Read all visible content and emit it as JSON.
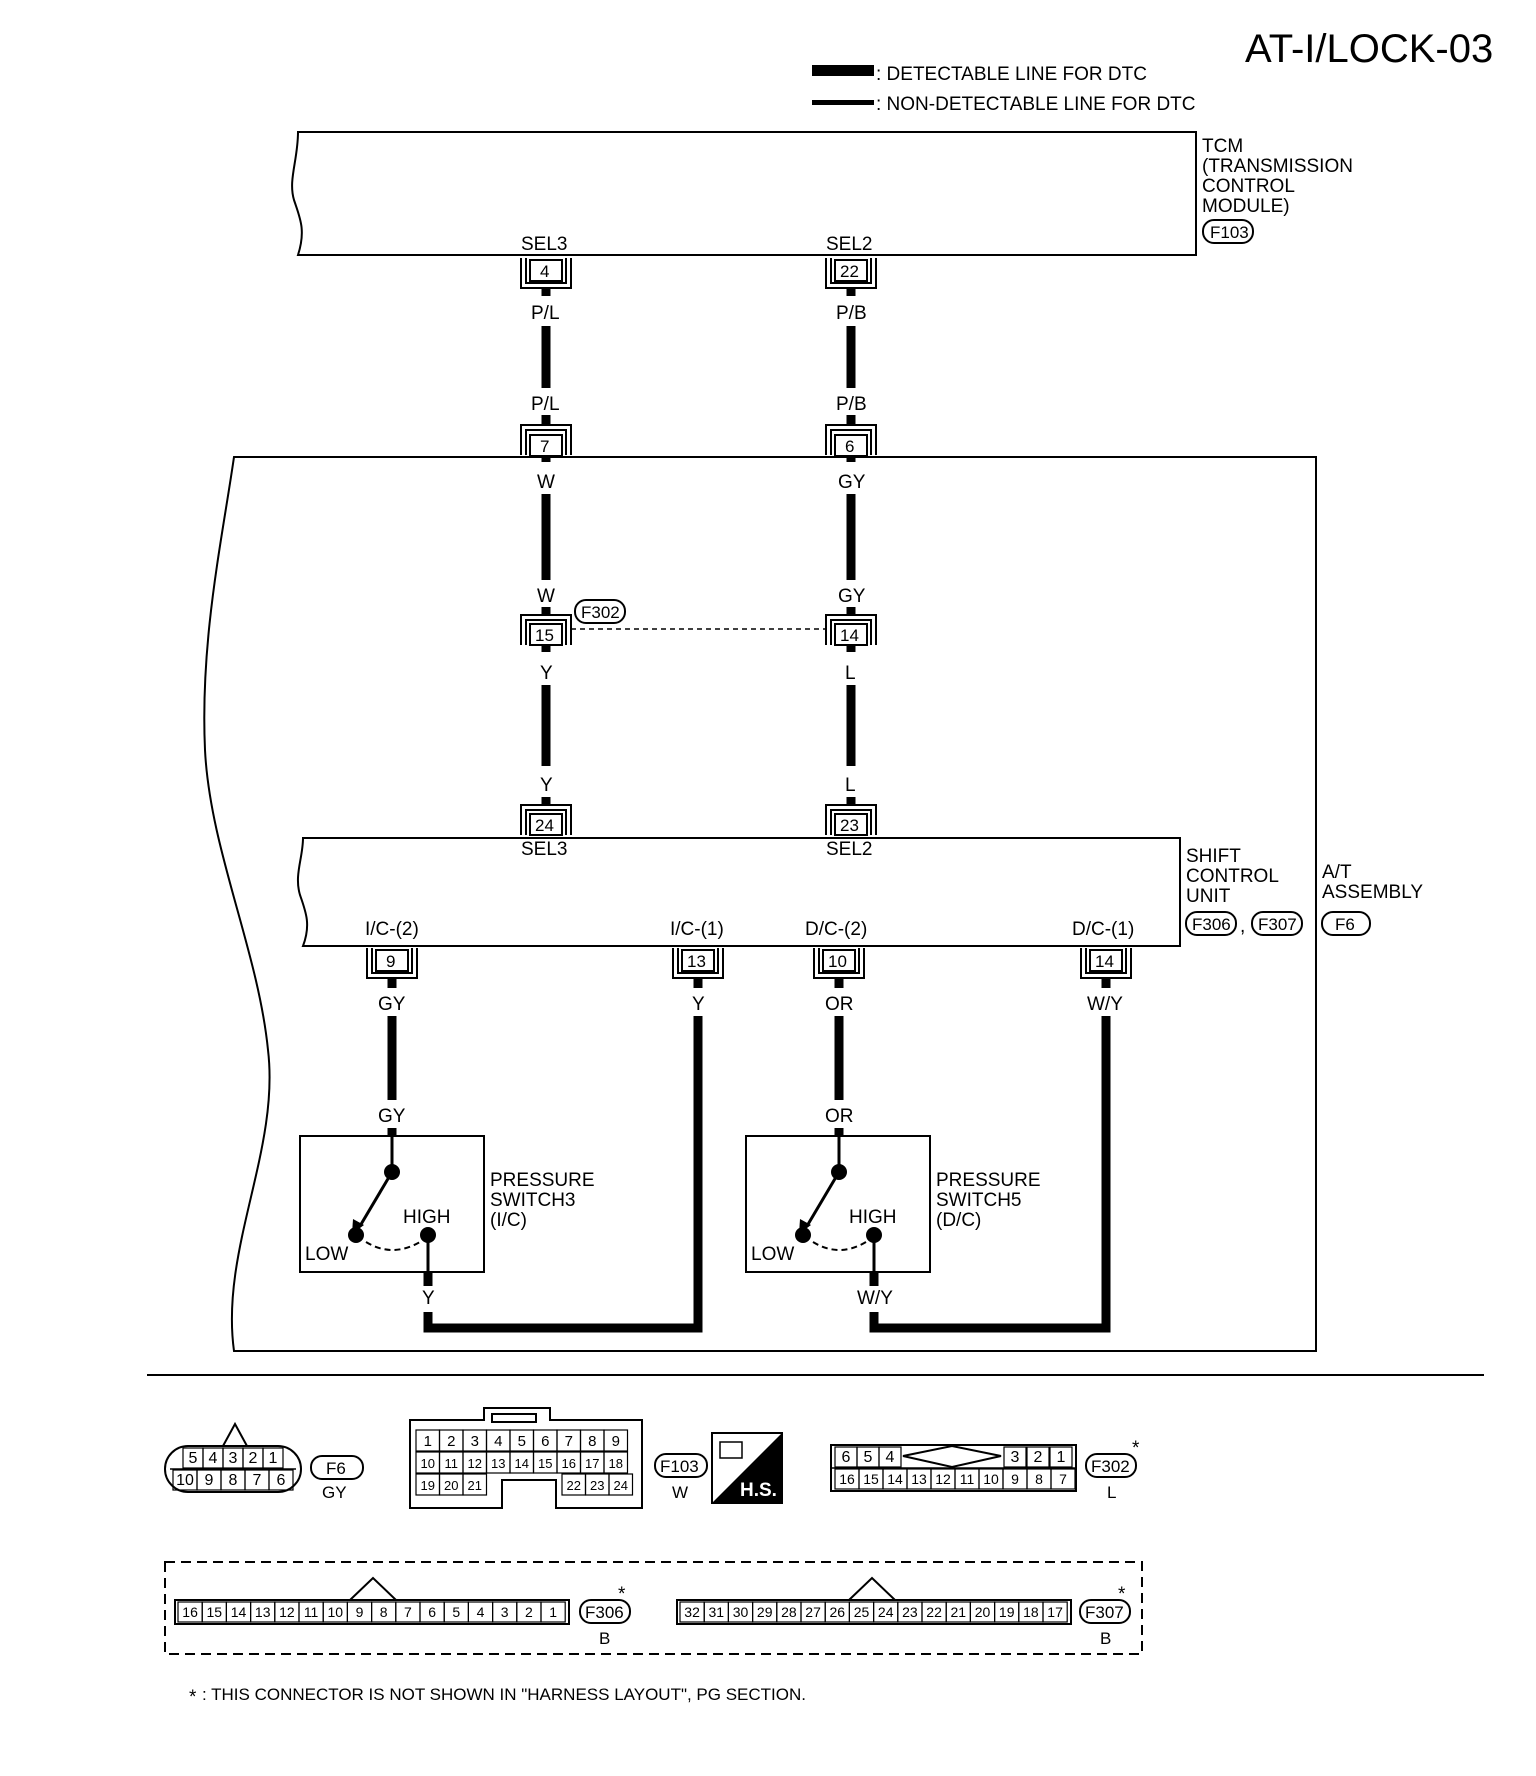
{
  "page_code": "AT-I/LOCK-03",
  "legend": {
    "detectable": ": DETECTABLE LINE FOR DTC",
    "non_detectable": ": NON-DETECTABLE LINE FOR DTC"
  },
  "tcm": {
    "label_lines": [
      "TCM",
      "(TRANSMISSION",
      " CONTROL",
      " MODULE)"
    ],
    "connector": "F103",
    "terminals": [
      {
        "name": "SEL3",
        "pin": "4",
        "wire": "P/L"
      },
      {
        "name": "SEL2",
        "pin": "22",
        "wire": "P/B"
      }
    ]
  },
  "harness_connector_f6": {
    "pins": [
      "7",
      "6"
    ],
    "wire_above": [
      "P/L",
      "P/B"
    ],
    "wire_below": [
      "W",
      "GY"
    ]
  },
  "connector_f302": {
    "id": "F302",
    "pins": [
      "15",
      "14"
    ],
    "wire_above": [
      "W",
      "GY"
    ],
    "wire_below": [
      "Y",
      "L"
    ]
  },
  "shift_control_unit": {
    "label_lines": [
      "SHIFT",
      "CONTROL",
      "UNIT"
    ],
    "connectors": [
      "F306",
      "F307"
    ],
    "separator": ",",
    "inputs": [
      {
        "name": "SEL3",
        "pin": "24",
        "wire": "Y"
      },
      {
        "name": "SEL2",
        "pin": "23",
        "wire": "L"
      }
    ],
    "outputs": [
      {
        "name": "I/C-(2)",
        "pin": "9",
        "wire": "GY"
      },
      {
        "name": "I/C-(1)",
        "pin": "13",
        "wire": "Y"
      },
      {
        "name": "D/C-(2)",
        "pin": "10",
        "wire": "OR"
      },
      {
        "name": "D/C-(1)",
        "pin": "14",
        "wire": "W/Y"
      }
    ]
  },
  "at_assembly": {
    "label_lines": [
      "A/T",
      "ASSEMBLY"
    ],
    "connector": "F6"
  },
  "pressure_switches": [
    {
      "label_lines": [
        "PRESSURE",
        "SWITCH3",
        "(I/C)"
      ],
      "low": "LOW",
      "high": "HIGH",
      "wire_in": "GY",
      "wire_out": "Y"
    },
    {
      "label_lines": [
        "PRESSURE",
        "SWITCH5",
        "(D/C)"
      ],
      "low": "LOW",
      "high": "HIGH",
      "wire_in": "OR",
      "wire_out": "W/Y"
    }
  ],
  "connector_views": {
    "f6": {
      "id": "F6",
      "color": "GY",
      "rows": [
        [
          "5",
          "4",
          "3",
          "2",
          "1"
        ],
        [
          "10",
          "9",
          "8",
          "7",
          "6"
        ]
      ]
    },
    "f103": {
      "id": "F103",
      "color": "W",
      "rows": [
        [
          "1",
          "2",
          "3",
          "4",
          "5",
          "6",
          "7",
          "8",
          "9"
        ],
        [
          "10",
          "11",
          "12",
          "13",
          "14",
          "15",
          "16",
          "17",
          "18"
        ],
        [
          "19",
          "20",
          "21",
          "22",
          "23",
          "24"
        ]
      ]
    },
    "hs_badge": "H.S.",
    "f302": {
      "id": "F302",
      "color": "L",
      "rows": [
        [
          "6",
          "5",
          "4",
          "3",
          "2",
          "1"
        ],
        [
          "16",
          "15",
          "14",
          "13",
          "12",
          "11",
          "10",
          "9",
          "8",
          "7"
        ]
      ]
    },
    "f306": {
      "id": "F306",
      "color": "B",
      "pins": [
        "16",
        "15",
        "14",
        "13",
        "12",
        "11",
        "10",
        "9",
        "8",
        "7",
        "6",
        "5",
        "4",
        "3",
        "2",
        "1"
      ]
    },
    "f307": {
      "id": "F307",
      "color": "B",
      "pins": [
        "32",
        "31",
        "30",
        "29",
        "28",
        "27",
        "26",
        "25",
        "24",
        "23",
        "22",
        "21",
        "20",
        "19",
        "18",
        "17"
      ]
    }
  },
  "asterisk": "*",
  "footnote": ": THIS CONNECTOR IS NOT SHOWN IN \"HARNESS LAYOUT\", PG SECTION."
}
